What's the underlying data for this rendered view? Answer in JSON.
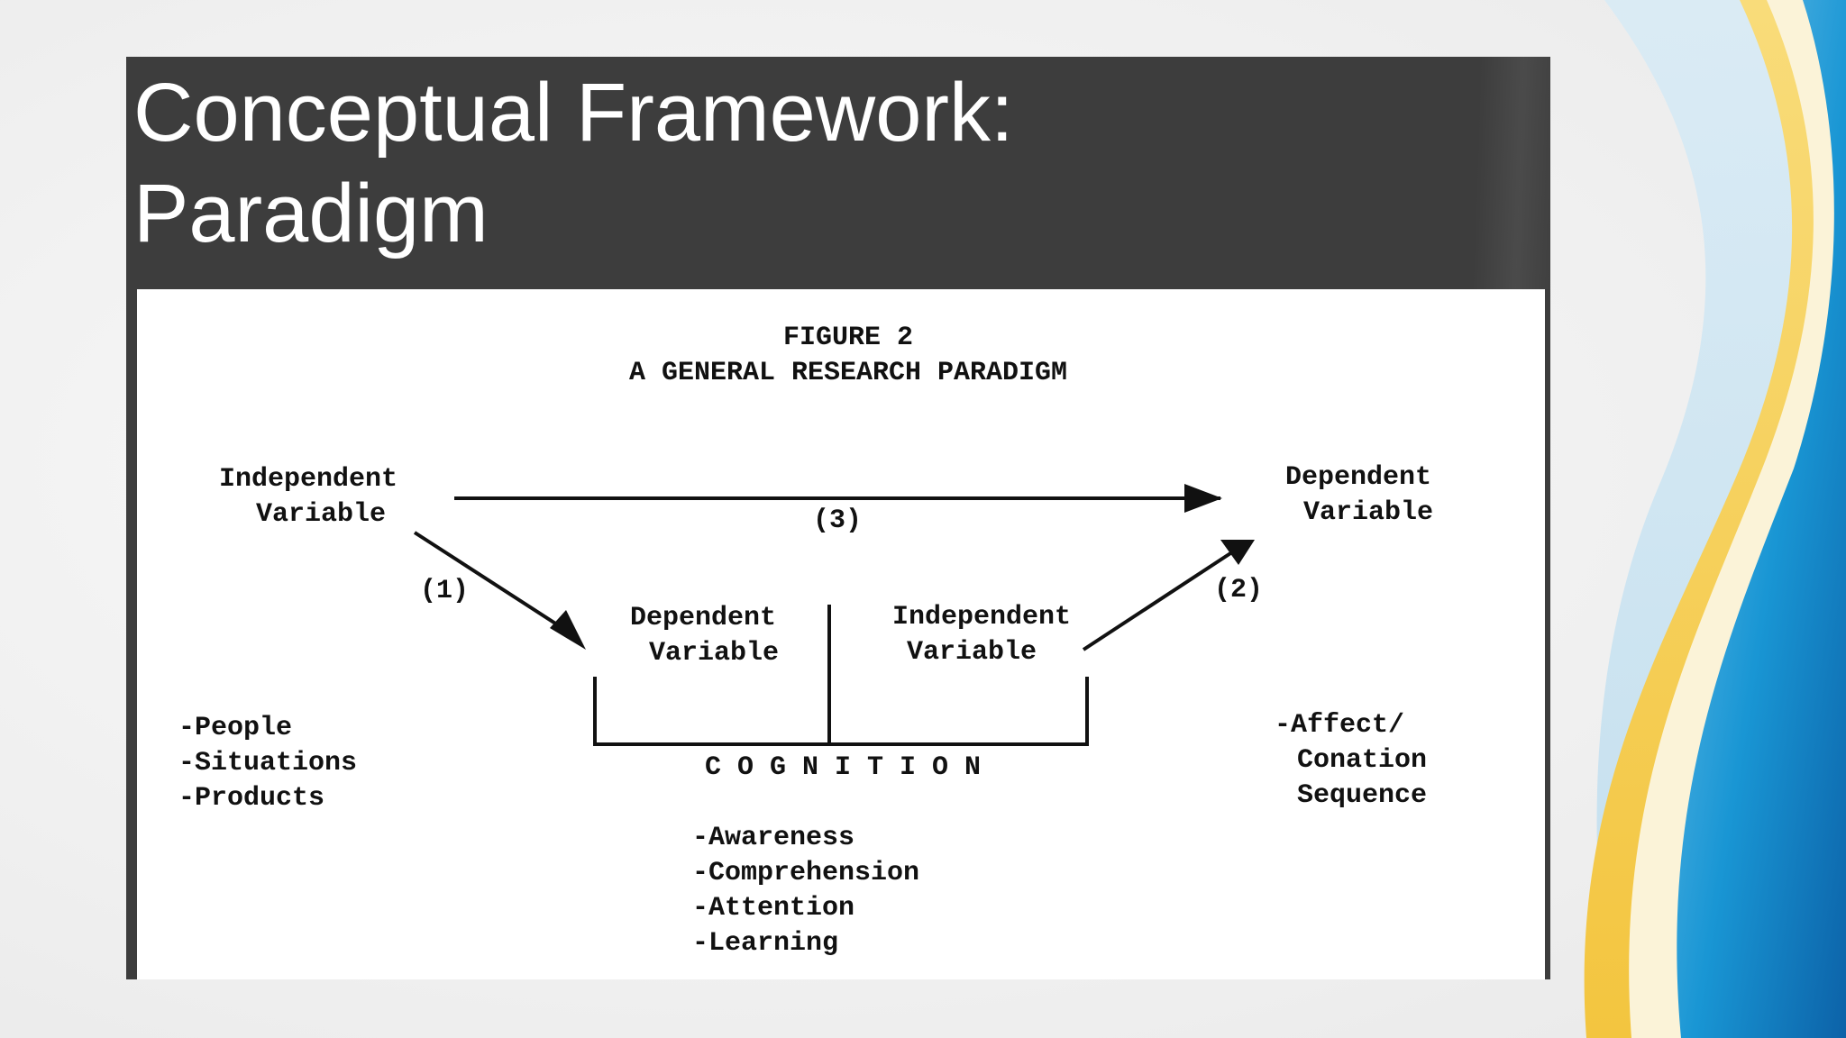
{
  "slide": {
    "title": "Conceptual Framework:\nParadigm"
  },
  "figure": {
    "caption": "FIGURE 2",
    "subtitle": "A GENERAL RESEARCH PARADIGM",
    "left_node": {
      "line1": "Independent",
      "line2": "Variable"
    },
    "right_node": {
      "line1": "Dependent",
      "line2": "Variable"
    },
    "middle_left_node": {
      "line1": "Dependent",
      "line2": "Variable"
    },
    "middle_right_node": {
      "line1": "Independent",
      "line2": "Variable"
    },
    "path_labels": {
      "path1": "(1)",
      "path2": "(2)",
      "path3": "(3)"
    },
    "left_list": [
      "-People",
      "-Situations",
      "-Products"
    ],
    "center_label": "C O G N I T I O N",
    "center_list": [
      "-Awareness",
      "-Comprehension",
      "-Attention",
      "-Learning"
    ],
    "right_list": [
      "-Affect/",
      "Conation",
      "Sequence"
    ]
  },
  "colors": {
    "header_bg": "#3d3d3d",
    "title_text": "#ffffff",
    "figure_bg": "#ffffff",
    "figure_ink": "#111111",
    "accent_yellow": "#f2c94c",
    "accent_blue": "#1d8fd0"
  }
}
